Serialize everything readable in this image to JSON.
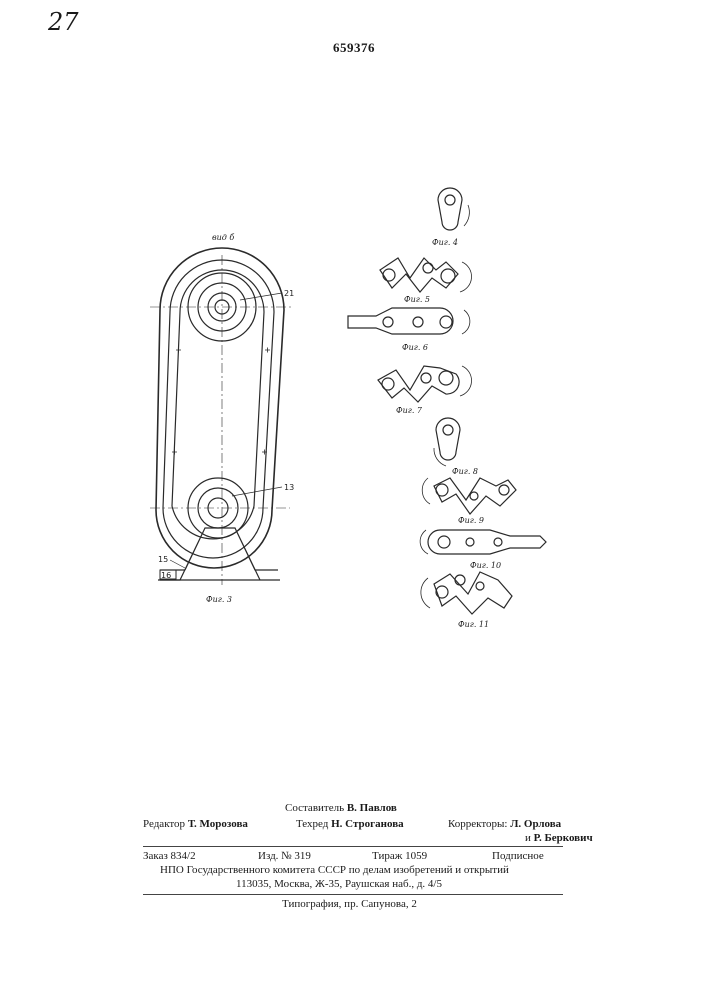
{
  "handwritten_page": "27",
  "patent_number": "659376",
  "figure_labels": {
    "view": "вид б",
    "fig3": "Фиг. 3",
    "fig4": "Фиг. 4",
    "fig5": "Фиг. 5",
    "fig6": "Фиг. 6",
    "fig7": "Фиг. 7",
    "fig8": "Фиг. 8",
    "fig9": "Фиг. 9",
    "fig10": "Фиг. 10",
    "fig11": "Фиг. 11"
  },
  "callouts": {
    "c21": "21",
    "c13": "13",
    "c15": "15",
    "c16": "16"
  },
  "colophon": {
    "composer_label": "Составитель",
    "composer_name": "В. Павлов",
    "editor_label": "Редактор",
    "editor_name": "Т. Морозова",
    "techred_label": "Техред",
    "techred_name": "Н. Строганова",
    "correctors_label": "Корректоры:",
    "corrector1": "Л. Орлова",
    "corrector_conj": "и",
    "corrector2": "Р. Беркович",
    "order": "Заказ 834/2",
    "edition": "Изд. № 319",
    "circulation": "Тираж 1059",
    "subscription": "Подписное",
    "org": "НПО Государственного комитета СССР по делам изобретений и открытий",
    "address": "113035, Москва, Ж-35, Раушская наб., д. 4/5",
    "printer": "Типография, пр. Сапунова, 2"
  }
}
